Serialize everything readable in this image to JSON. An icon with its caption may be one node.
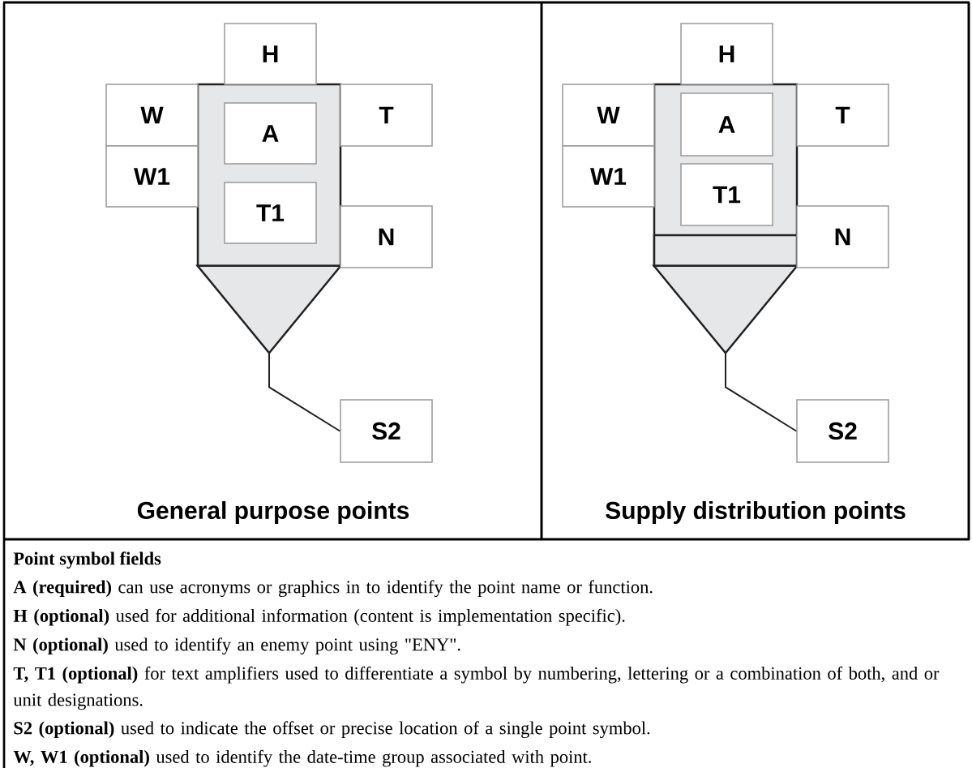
{
  "diagram": {
    "nodes": [
      {
        "text": [
          "H"
        ]
      },
      {
        "text": [
          "W"
        ]
      },
      {
        "text": [
          "T"
        ]
      },
      {
        "text": [],
        "shape": "box"
      },
      {
        "text": [
          "A"
        ],
        "in": 3
      },
      {
        "text": [
          "T1"
        ],
        "in": 3
      },
      {
        "text": [
          "W1"
        ]
      },
      {
        "text": [
          "N"
        ]
      },
      {
        "text": [],
        "shape": "triangle"
      },
      {
        "text": [
          "S2"
        ]
      },
      {
        "text": [
          "H"
        ]
      },
      {
        "text": [
          "W"
        ]
      },
      {
        "text": [
          "T"
        ]
      },
      {
        "text": [],
        "shape": "box"
      },
      {
        "text": [
          "A"
        ],
        "in": 13
      },
      {
        "text": [
          "T1"
        ],
        "in": 13
      },
      {
        "text": [],
        "shape": "bar",
        "in": 13
      },
      {
        "text": [
          "W1"
        ]
      },
      {
        "text": [
          "N"
        ]
      },
      {
        "text": [],
        "shape": "triangle"
      },
      {
        "text": [
          "S2"
        ]
      }
    ],
    "edges": [
      {
        "from": 8,
        "to": 9,
        "arrow": "none"
      },
      {
        "from": 19,
        "to": 20,
        "arrow": "none"
      }
    ],
    "labels": [
      "General purpose points",
      "Supply distribution points",
      "Point symbol fields",
      "**A (required)** can use acronyms or graphics in to identify the point name or function.",
      "**H (optional)** used for additional information (content is implementation specific).",
      "**N (optional)** used to identify an enemy point using \"ENY\".",
      "**T, T1 (optional)** for text amplifiers used to differentiate a symbol by numbering, lettering or a combination of both, and or unit designations.",
      "**S2 (optional)** used to indicate the offset or precise location of a single point symbol.",
      "**W, W1 (optional)** used to identify the date-time group associated with point."
    ]
  }
}
